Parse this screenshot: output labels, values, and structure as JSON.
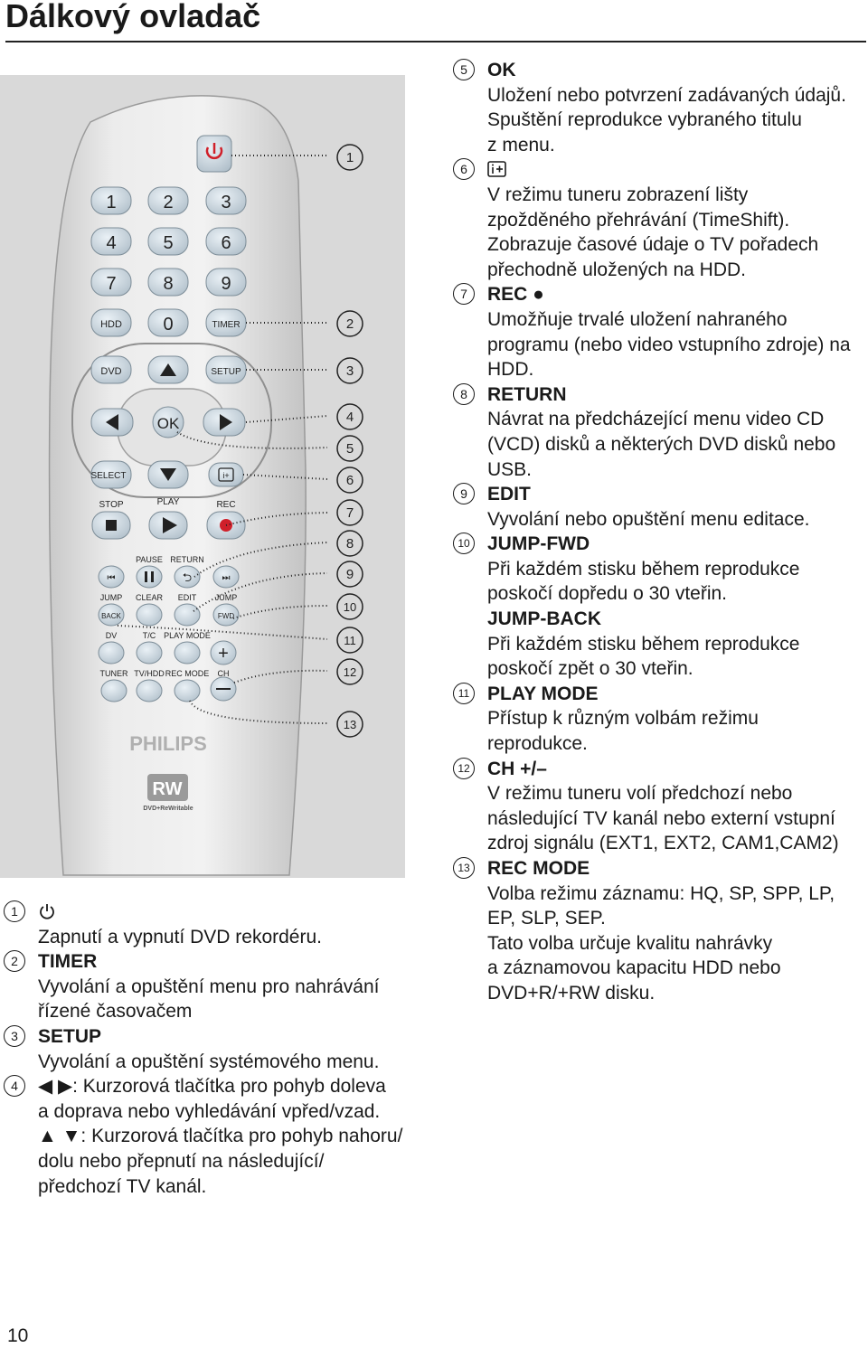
{
  "page": {
    "title": "Dálkový ovladač",
    "page_number": "10"
  },
  "remote": {
    "brand": "PHILIPS",
    "rw_logo": "RW",
    "rw_sub": "DVD+ReWritable",
    "keys": {
      "k1": "1",
      "k2": "2",
      "k3": "3",
      "k4": "4",
      "k5": "5",
      "k6": "6",
      "k7": "7",
      "k8": "8",
      "k9": "9",
      "k0": "0",
      "hdd": "HDD",
      "timer": "TIMER",
      "dvd": "DVD",
      "setup": "SETUP",
      "ok": "OK",
      "select": "SELECT",
      "info": "i+",
      "stop": "STOP",
      "play": "PLAY",
      "rec": "REC",
      "pause": "PAUSE",
      "return": "RETURN",
      "jump_l": "JUMP",
      "clear": "CLEAR",
      "edit": "EDIT",
      "jump_r": "JUMP",
      "back": "BACK",
      "fwd": "FWD",
      "dv": "DV",
      "tc": "T/C",
      "playmode": "PLAY MODE",
      "tuner": "TUNER",
      "tvhdd": "TV/HDD",
      "recmode": "REC MODE",
      "ch": "CH"
    },
    "callouts": [
      "1",
      "2",
      "3",
      "4",
      "5",
      "6",
      "7",
      "8",
      "9",
      "10",
      "11",
      "12",
      "13"
    ]
  },
  "left_items": [
    {
      "num": "1",
      "icon": "power-icon",
      "lines": [
        "Zapnutí a vypnutí DVD rekordéru."
      ]
    },
    {
      "num": "2",
      "head": "TIMER",
      "lines": [
        "Vyvolání a opuštění menu pro nahrávání",
        "řízené časovačem"
      ]
    },
    {
      "num": "3",
      "head": "SETUP",
      "lines": [
        "Vyvolání a opuštění systémového menu."
      ]
    },
    {
      "num": "4",
      "lines": [
        "◀ ▶: Kurzorová tlačítka pro pohyb doleva",
        "a doprava nebo vyhledávání vpřed/vzad.",
        "▲ ▼: Kurzorová tlačítka pro pohyb nahoru/",
        "dolu nebo přepnutí na následující/",
        "předchozí TV kanál."
      ]
    }
  ],
  "right_items": [
    {
      "num": "5",
      "head": "OK",
      "lines": [
        "Uložení nebo potvrzení zadávaných údajů.",
        "Spuštění reprodukce vybraného titulu",
        "z menu."
      ]
    },
    {
      "num": "6",
      "icon": "info-plus-icon",
      "lines": [
        "V režimu tuneru zobrazení lišty",
        "zpožděného přehrávání (TimeShift).",
        "Zobrazuje časové údaje o TV pořadech",
        "přechodně uložených na HDD."
      ]
    },
    {
      "num": "7",
      "head": "REC ●",
      "lines": [
        "Umožňuje trvalé uložení nahraného",
        "programu (nebo video vstupního zdroje) na",
        "HDD."
      ]
    },
    {
      "num": "8",
      "head": "RETURN",
      "lines": [
        "Návrat na předcházející menu video CD",
        "(VCD) disků a některých DVD disků nebo",
        "USB."
      ]
    },
    {
      "num": "9",
      "head": "EDIT",
      "lines": [
        "Vyvolání nebo opuštění menu editace."
      ]
    },
    {
      "num": "10",
      "head": "JUMP-FWD",
      "lines": [
        "Při každém stisku během reprodukce",
        "poskočí dopředu o 30 vteřin."
      ],
      "head2": "JUMP-BACK",
      "lines2": [
        "Při každém stisku během reprodukce",
        "poskočí zpět o 30 vteřin."
      ]
    },
    {
      "num": "11",
      "head": "PLAY MODE",
      "lines": [
        "Přístup k různým volbám režimu",
        "reprodukce."
      ]
    },
    {
      "num": "12",
      "head": "CH +/–",
      "lines": [
        "V režimu tuneru volí předchozí nebo",
        "následující TV kanál nebo externí vstupní",
        "zdroj signálu (EXT1, EXT2, CAM1,CAM2)"
      ]
    },
    {
      "num": "13",
      "head": "REC MODE",
      "lines": [
        "Volba režimu záznamu: HQ, SP, SPP, LP,",
        "EP, SLP, SEP.",
        "Tato volba určuje kvalitu nahrávky",
        "a záznamovou kapacitu HDD nebo",
        "DVD+R/+RW disku."
      ]
    }
  ]
}
